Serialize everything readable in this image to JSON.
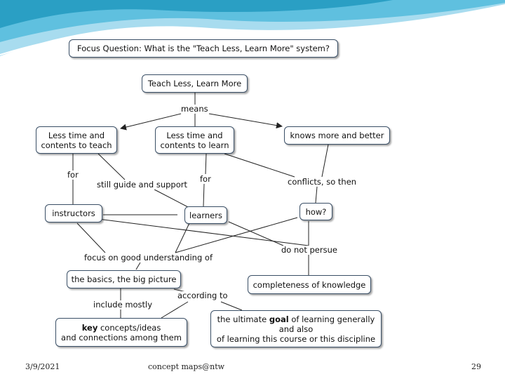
{
  "focus_question": "Focus Question: What is the \"Teach Less, Learn More\" system?",
  "nodes": {
    "root": "Teach Less, Learn More",
    "less_teach": [
      "Less time and",
      "contents to teach"
    ],
    "less_learn": [
      "Less time and",
      "contents to learn"
    ],
    "knows_more": "knows more and better",
    "instructors": "instructors",
    "learners": "learners",
    "how": "how?",
    "basics": "the basics, the big picture",
    "completeness": "completeness of knowledge",
    "key_bold": "key",
    "key_rest": " concepts/ideas",
    "key_line2": "and connections among them",
    "goal_pre": "the ultimate ",
    "goal_bold": "goal",
    "goal_post": " of learning generally",
    "goal_line2": "and also",
    "goal_line3": "of learning this course or this discipline"
  },
  "links": {
    "means": "means",
    "for_left": "for",
    "still_guide": "still guide and support",
    "for_mid": "for",
    "conflicts": "conflicts, so then",
    "do_not_persue": "do not persue",
    "focus_on": "focus on good understanding of",
    "include_mostly": "include mostly",
    "according_to": "according to"
  },
  "footer": {
    "date": "3/9/2021",
    "center": "concept maps@ntw",
    "page": "29"
  },
  "colors": {
    "wave_dark": "#2a9fc4",
    "wave_light": "#a8dcef",
    "node_border": "#3a4f66",
    "line": "#222222"
  }
}
